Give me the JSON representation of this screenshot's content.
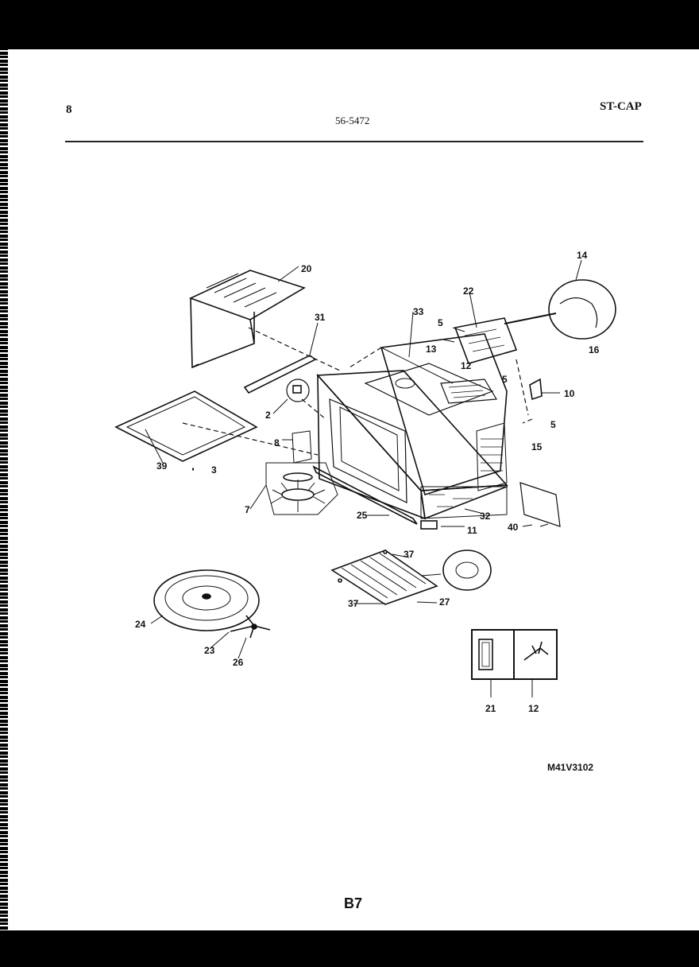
{
  "header": {
    "page_number": "8",
    "document_number": "56-5472",
    "model": "ST-CAP"
  },
  "diagram_code": "M41V3102",
  "page_reference": "B7",
  "callouts": [
    "20",
    "31",
    "33",
    "22",
    "14",
    "5",
    "13",
    "12",
    "5",
    "16",
    "10",
    "5",
    "2",
    "15",
    "8",
    "39",
    "3",
    "7",
    "25",
    "11",
    "32",
    "40",
    "37",
    "37",
    "27",
    "24",
    "23",
    "26",
    "21",
    "12"
  ]
}
